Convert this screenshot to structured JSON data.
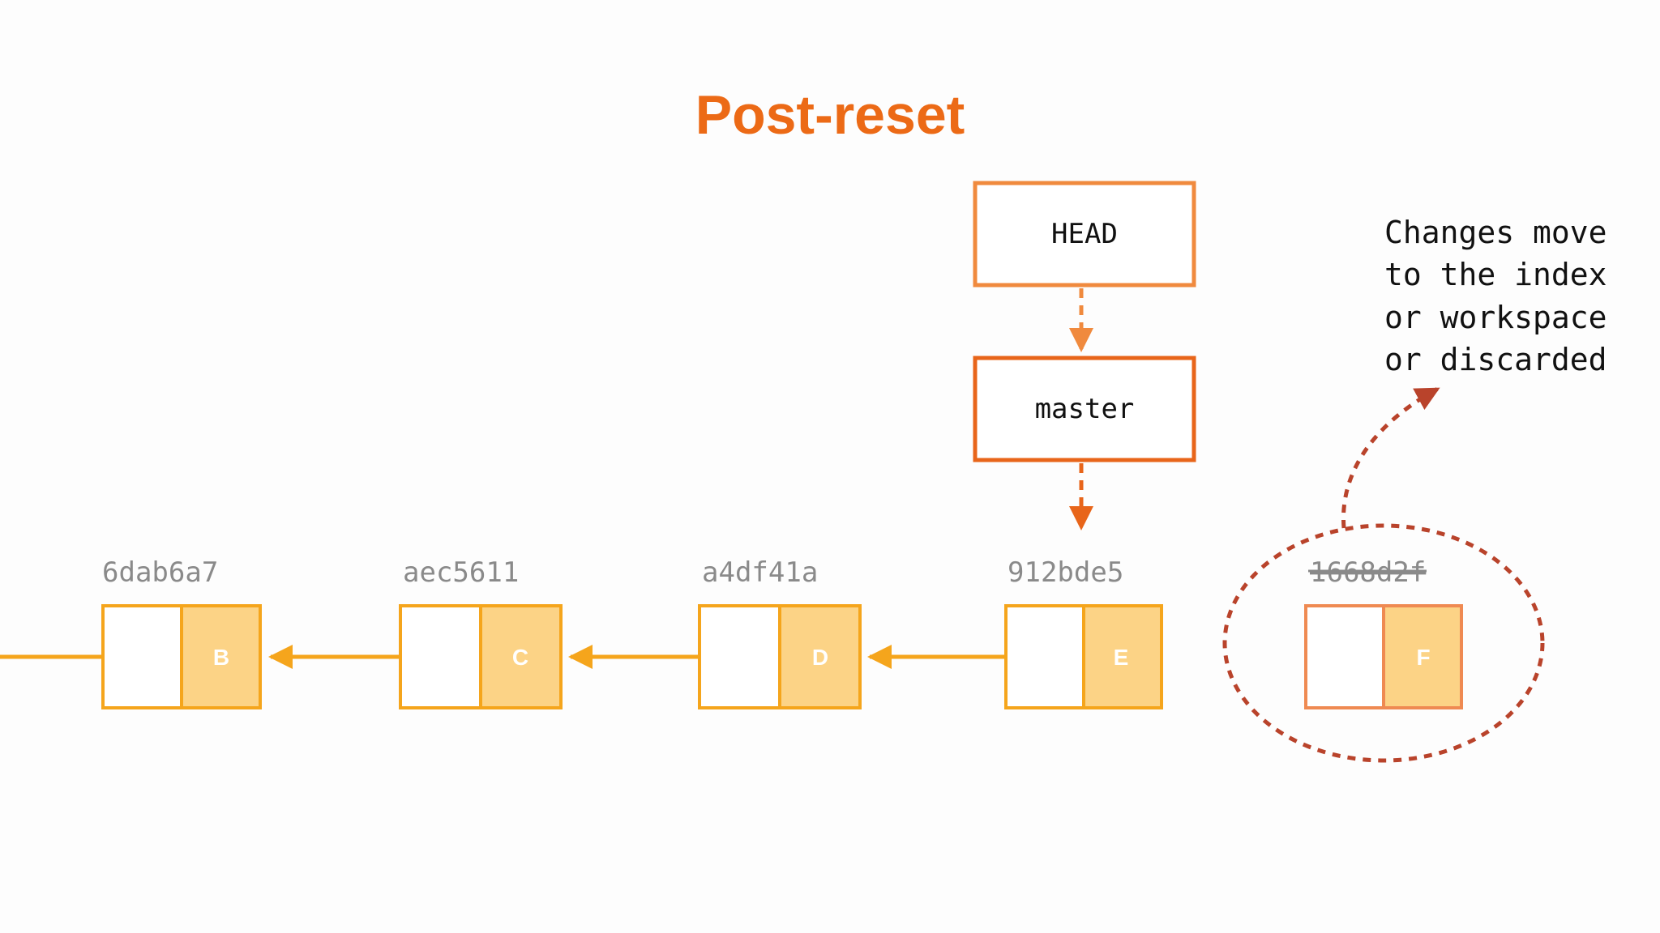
{
  "title": "Post-reset",
  "refs": {
    "head": "HEAD",
    "branch": "master"
  },
  "commits": [
    {
      "hash": "6dab6a7",
      "letter": "B",
      "discarded": false
    },
    {
      "hash": "aec5611",
      "letter": "C",
      "discarded": false
    },
    {
      "hash": "a4df41a",
      "letter": "D",
      "discarded": false
    },
    {
      "hash": "912bde5",
      "letter": "E",
      "discarded": false
    },
    {
      "hash": "1668d2f",
      "letter": "F",
      "discarded": true
    }
  ],
  "note": {
    "lines": [
      "Changes move",
      "to the index",
      "or workspace",
      "or discarded"
    ]
  },
  "colors": {
    "title": "#ec6a16",
    "head_border": "#f08a3e",
    "branch_border": "#e8651a",
    "commit_border": "#f5a51c",
    "commit_fill": "#fcd386",
    "discarded_border": "#ef8a52",
    "dashed_circle": "#b9432b",
    "hash_text": "#8a8a8a"
  }
}
